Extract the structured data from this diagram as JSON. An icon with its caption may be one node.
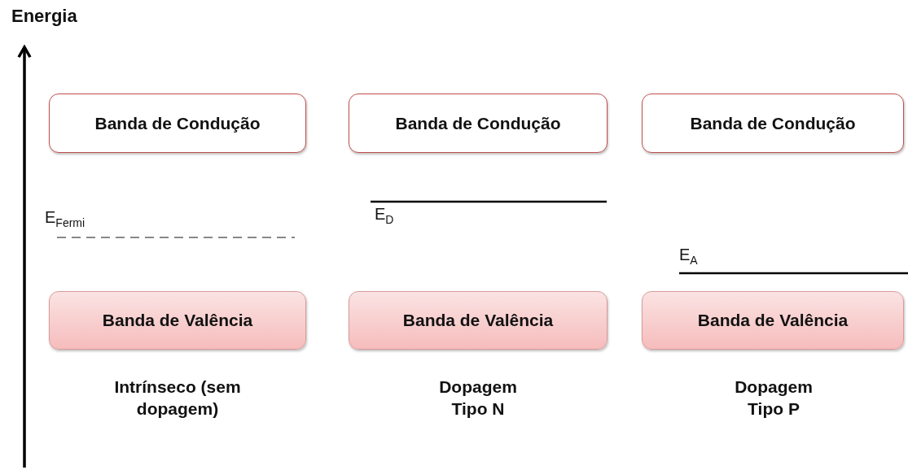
{
  "diagram": {
    "nodes": [
      {
        "text": [
          "Banda de Condução"
        ]
      },
      {
        "text": [
          "Banda de Condução"
        ]
      },
      {
        "text": [
          "Banda de Condução"
        ]
      },
      {
        "text": [
          "Banda de Valência"
        ]
      },
      {
        "text": [
          "Banda de Valência"
        ]
      },
      {
        "text": [
          "Banda de Valência"
        ]
      }
    ],
    "labels": [
      "Energia",
      "E$_{Fermi}$",
      "E$_{D}$",
      "E$_{A}$",
      "Intrínseco (sem dopagem)",
      "Dopagem Tipo N",
      "Dopagem Tipo P"
    ]
  }
}
